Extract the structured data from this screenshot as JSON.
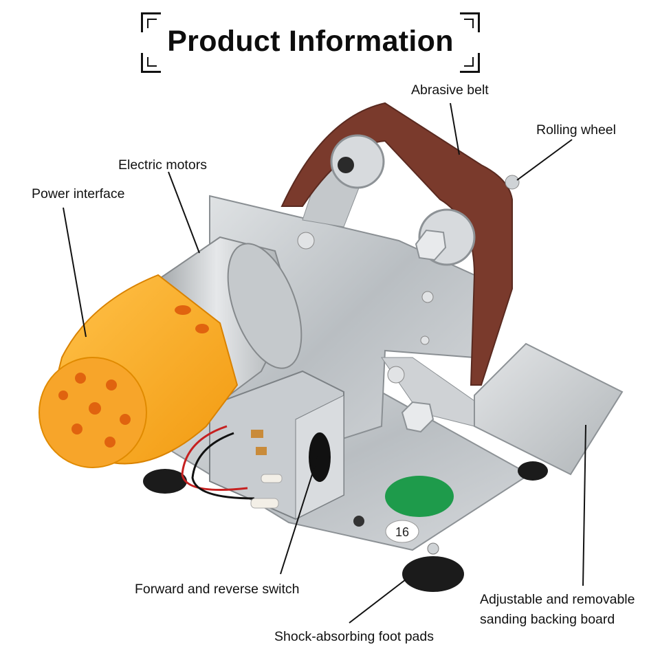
{
  "title": "Product Information",
  "labels": {
    "abrasive_belt": "Abrasive belt",
    "rolling_wheel": "Rolling wheel",
    "electric_motors": "Electric motors",
    "power_interface": "Power interface",
    "forward_reverse_switch": "Forward and reverse switch",
    "backing_board_line1": "Adjustable and removable",
    "backing_board_line2": "sanding backing board",
    "foot_pads": "Shock-absorbing foot pads"
  },
  "base_sticker_text": "16",
  "colors": {
    "belt": "#7a3a2c",
    "motor_cap": "#f5a623",
    "metal": "#c9cdd0",
    "badge": "#1e9b4b"
  }
}
